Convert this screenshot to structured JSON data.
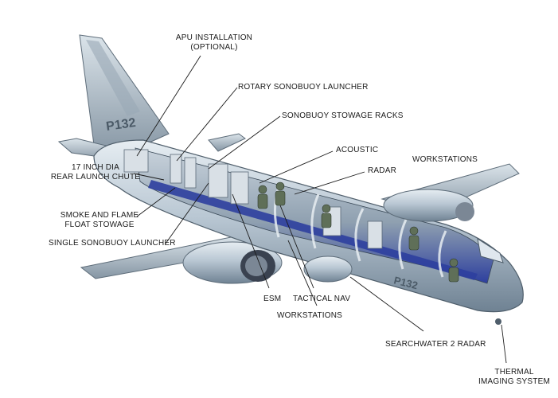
{
  "tail_code": "P132",
  "fuselage_code": "P132",
  "labels": {
    "apu_line1": "APU INSTALLATION",
    "apu_line2": "(OPTIONAL)",
    "rotary": "ROTARY SONOBUOY LAUNCHER",
    "stowage": "SONOBUOY STOWAGE RACKS",
    "acoustic": "ACOUSTIC",
    "workstations_top": "WORKSTATIONS",
    "radar": "RADAR",
    "chute_line1": "17 INCH DIA",
    "chute_line2": "REAR LAUNCH CHUTE",
    "smoke_line1": "SMOKE AND FLAME",
    "smoke_line2": "FLOAT STOWAGE",
    "single": "SINGLE SONOBUOY LAUNCHER",
    "esm": "ESM",
    "tactical": "TACTICAL NAV",
    "workstations_bottom": "WORKSTATIONS",
    "searchwater": "SEARCHWATER 2 RADAR",
    "thermal_line1": "THERMAL",
    "thermal_line2": "IMAGING SYSTEM"
  },
  "colors": {
    "fuselage": "#b8c6d2",
    "cabin_interior": "#2d3f9e",
    "leader_line": "#1a1a1a"
  }
}
